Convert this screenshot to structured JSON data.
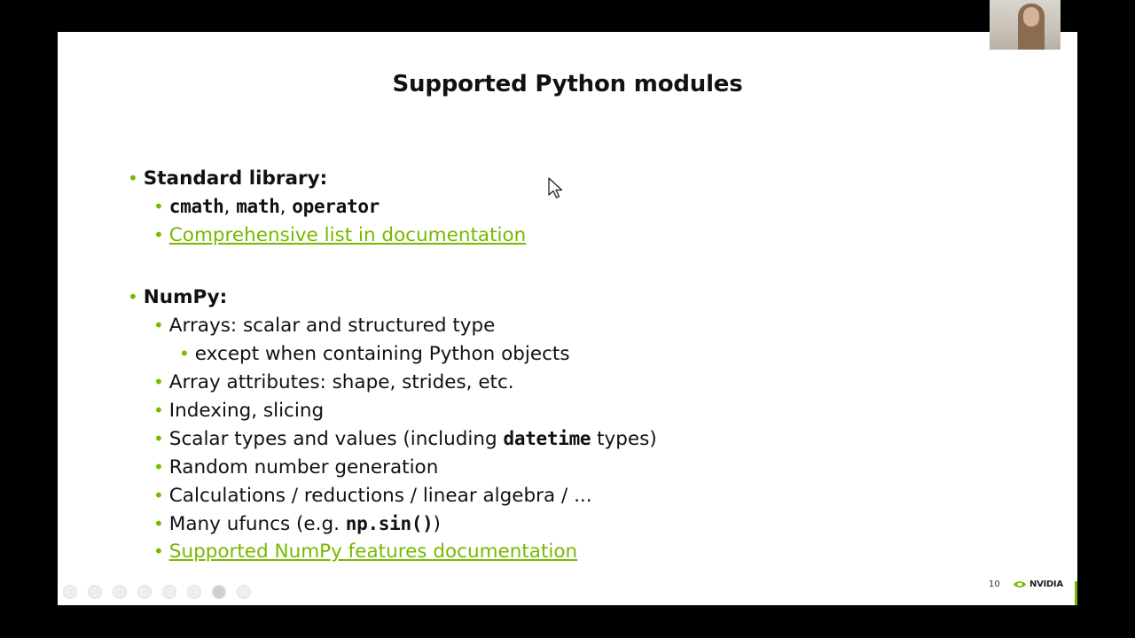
{
  "slide": {
    "title": "Supported Python modules",
    "page_number": "10",
    "brand": "NVIDIA",
    "accent_color": "#76b900"
  },
  "sections": {
    "stdlib": {
      "heading": "Standard library:",
      "modules": [
        "cmath",
        "math",
        "operator"
      ],
      "sep": ",",
      "doc_link": "Comprehensive list in documentation"
    },
    "numpy": {
      "heading": "NumPy:",
      "arrays": "Arrays: scalar and structured type",
      "arrays_except": "except when containing Python objects",
      "attributes": "Array attributes: shape, strides, etc.",
      "indexing": "Indexing, slicing",
      "scalar_pre": "Scalar types and values (including ",
      "scalar_code": "datetime",
      "scalar_post": " types)",
      "random": "Random number generation",
      "calc": "Calculations / reductions / linear algebra / ...",
      "ufunc_pre": "Many ufuncs (e.g. ",
      "ufunc_code": "np.sin()",
      "ufunc_post": ")",
      "doc_link": "Supported NumPy features documentation"
    }
  },
  "bullet_glyph": "•",
  "toolbar_icons": [
    "prev-icon",
    "next-icon",
    "pen-icon",
    "copy-icon",
    "zoom-icon",
    "slides-icon",
    "camera-icon",
    "more-icon"
  ],
  "overlay": {
    "cursor_icon": "mouse-pointer-icon",
    "camera_icon": "webcam-presenter-feed"
  }
}
